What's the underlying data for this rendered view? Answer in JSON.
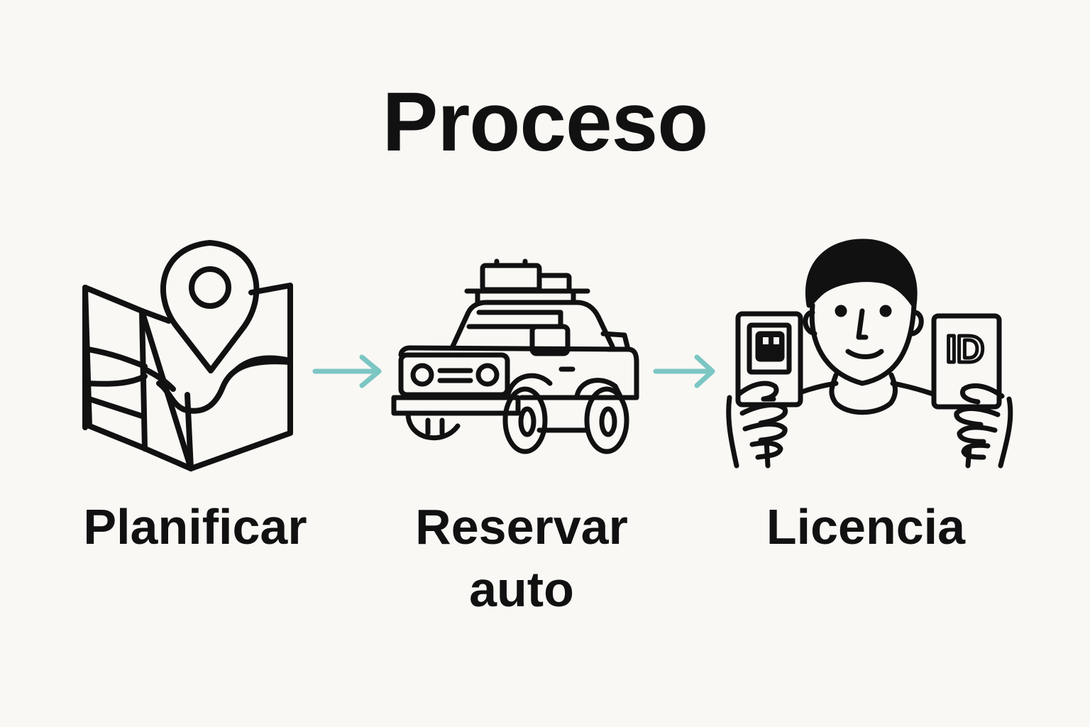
{
  "diagram": {
    "title": "Proceso",
    "steps": [
      {
        "label_lines": [
          "Planificar"
        ],
        "icon": "map-pin-icon"
      },
      {
        "label_lines": [
          "Reservar",
          "auto"
        ],
        "icon": "jeep-icon"
      },
      {
        "label_lines": [
          "Licencia"
        ],
        "icon": "person-holding-ids-icon",
        "card_text": "ID"
      }
    ],
    "connectors": [
      "arrow-right-icon",
      "arrow-right-icon"
    ],
    "colors": {
      "background": "#f9f8f5",
      "ink": "#111111",
      "arrow": "#7cc6c4"
    }
  }
}
